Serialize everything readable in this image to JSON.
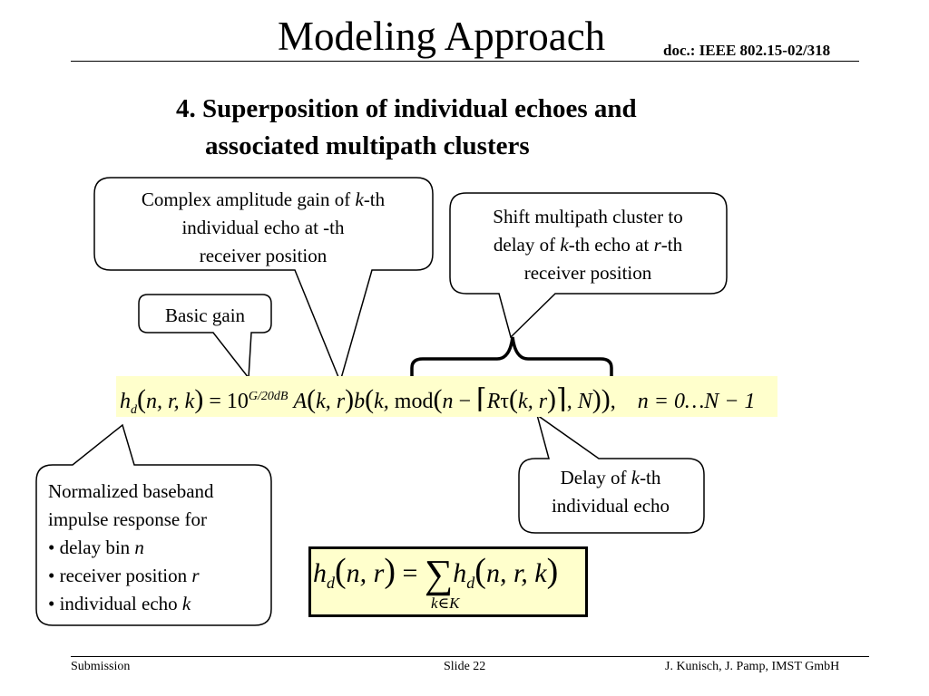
{
  "slide": {
    "title": "Modeling Approach",
    "doc_ref": "doc.: IEEE 802.15-02/318",
    "subtitle_line1": "4. Superposition of individual echoes and",
    "subtitle_line2": "associated multipath clusters"
  },
  "callouts": {
    "amplitude": {
      "line1_pre": "Complex amplitude gain of ",
      "line1_var": "k",
      "line1_post": "-th",
      "line2": "individual echo at -th",
      "line3": "receiver position"
    },
    "shift": {
      "line1": "Shift multipath cluster to",
      "line2_pre": "delay of ",
      "line2_var1": "k",
      "line2_mid": "-th echo at ",
      "line2_var2": "r",
      "line2_post": "-th",
      "line3": "receiver position"
    },
    "basic_gain": {
      "text": "Basic gain"
    },
    "normalized": {
      "line1": "Normalized baseband",
      "line2": "impulse response for",
      "item1_pre": "• delay bin ",
      "item1_var": "n",
      "item2_pre": "• receiver position ",
      "item2_var": "r",
      "item3_pre": "• individual echo ",
      "item3_var": "k"
    },
    "delay": {
      "line1_pre": "Delay of ",
      "line1_var": "k",
      "line1_post": "-th",
      "line2": "individual echo"
    }
  },
  "equation": {
    "h": "h",
    "d": "d",
    "args": "n, r, k",
    "equals": "=",
    "ten": "10",
    "exponent": "G/20dB",
    "A": "A",
    "A_args": "k, r",
    "b": "b",
    "b_args_pre": "k, ",
    "mod": "mod",
    "n": "n",
    "minus": "−",
    "R": "R",
    "tau": "τ",
    "tau_args": "k, r",
    "N": "N",
    "range": "n = 0…N − 1"
  },
  "sum_formula": {
    "lhs_args": "n, r",
    "sigma": "∑",
    "sub": "k∈K",
    "rhs_args": "n, r, k"
  },
  "footer": {
    "left": "Submission",
    "center": "Slide 22",
    "right": "J. Kunisch, J. Pamp, IMST GmbH"
  }
}
